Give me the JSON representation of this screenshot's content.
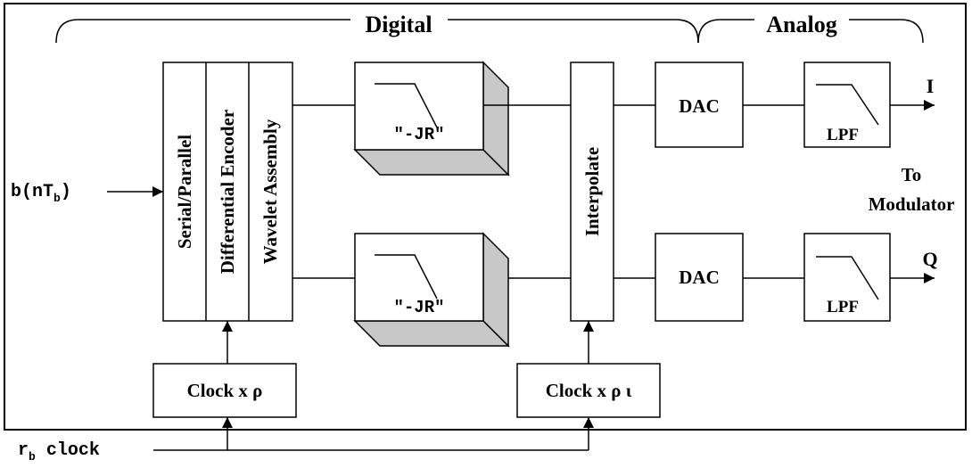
{
  "diagram": {
    "section_digital": "Digital",
    "section_analog": "Analog",
    "blocks": {
      "serial_parallel": "Serial/Parallel",
      "differential_encoder": "Differential Encoder",
      "wavelet_assembly": "Wavelet Assembly",
      "filter_top": "\"-JR\"",
      "filter_bottom": "\"-JR\"",
      "interpolate": "Interpolate",
      "dac_top": "DAC",
      "dac_bottom": "DAC",
      "lpf_top": "LPF",
      "lpf_bottom": "LPF",
      "clock_left": "Clock x ρ",
      "clock_right": "Clock x ρ ι"
    },
    "inputs": {
      "bit_stream_main": "b(nT",
      "bit_stream_sub": "b",
      "bit_stream_end": ")",
      "bit_clock_main": "r",
      "bit_clock_sub": "b",
      "bit_clock_end": " clock"
    },
    "outputs": {
      "i_label": "I",
      "q_label": "Q",
      "to_line1": "To",
      "to_line2": "Modulator"
    }
  }
}
